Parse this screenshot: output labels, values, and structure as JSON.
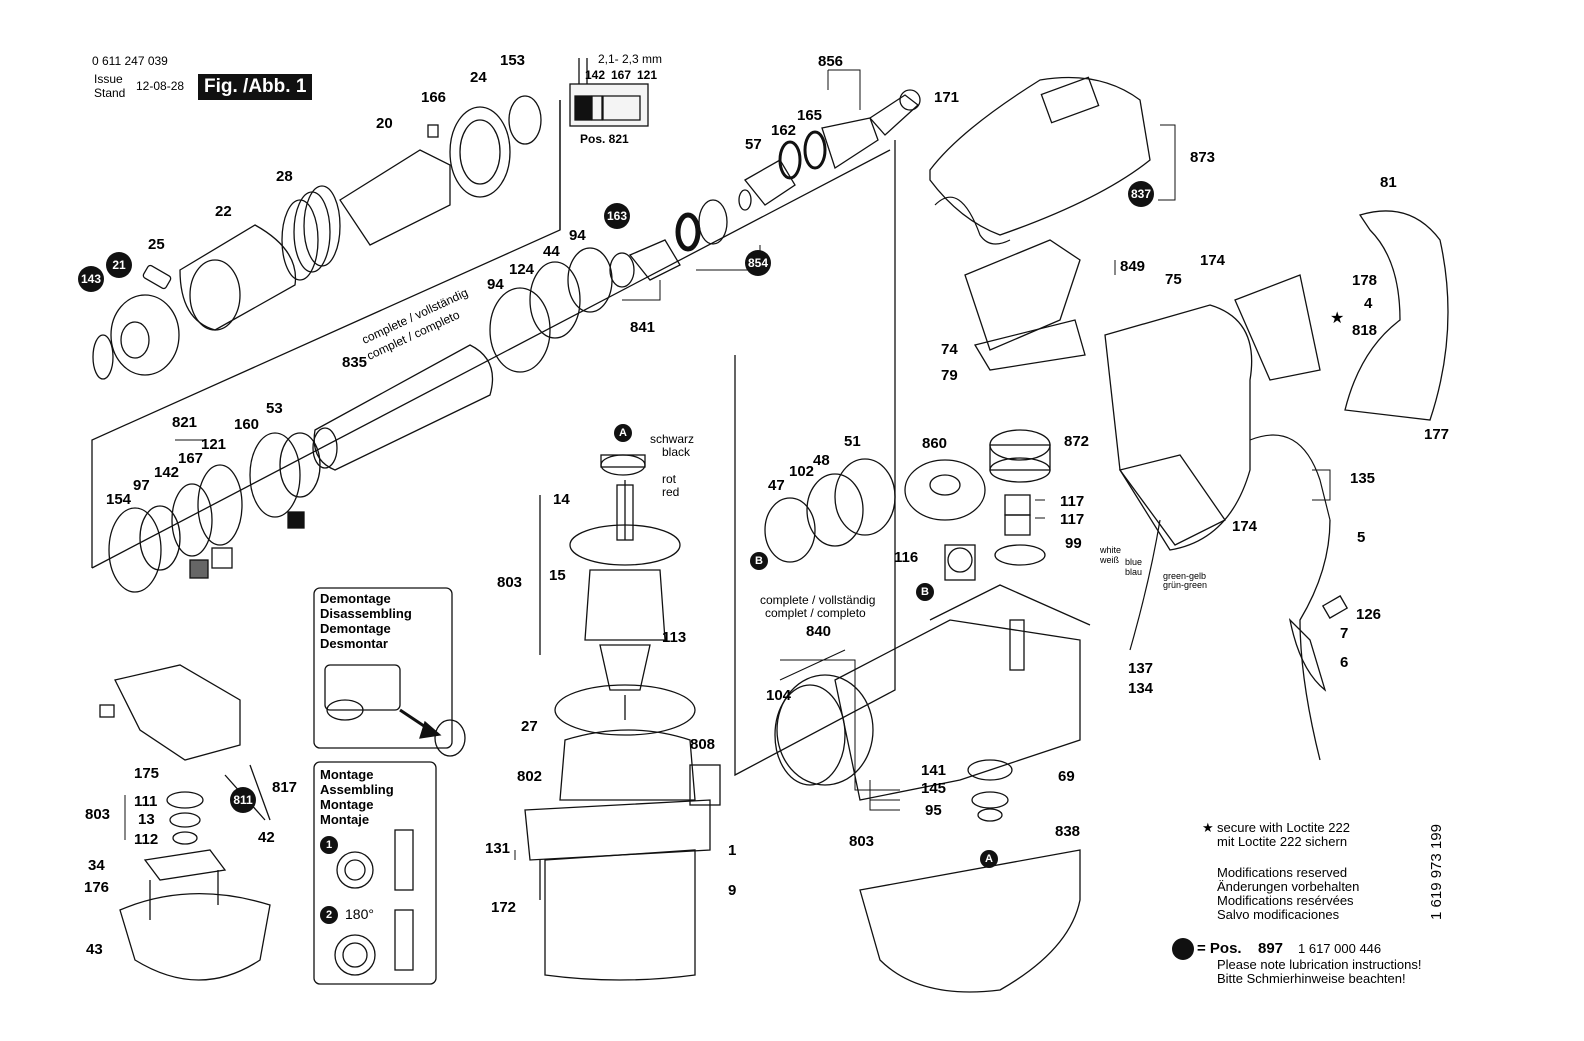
{
  "header": {
    "part_number": "0 611 247 039",
    "issue_label": "Issue",
    "stand_label": "Stand",
    "date": "12-08-28",
    "figure_label": "Fig. /Abb. 1"
  },
  "inset": {
    "dimension": "2,1- 2,3 mm",
    "parts": [
      "142",
      "167",
      "121"
    ],
    "caption": "Pos. 821"
  },
  "labels": [
    "153",
    "24",
    "166",
    "20",
    "28",
    "22",
    "25",
    "21",
    "143",
    "856",
    "165",
    "162",
    "57",
    "163",
    "94",
    "44",
    "124",
    "94",
    "835",
    "841",
    "854",
    "171",
    "873",
    "837",
    "81",
    "849",
    "75",
    "174",
    "178",
    "4",
    "818",
    "74",
    "79",
    "177",
    "821",
    "160",
    "53",
    "121",
    "167",
    "142",
    "97",
    "154",
    "schwarz",
    "black",
    "rot",
    "red",
    "14",
    "15",
    "803",
    "113",
    "27",
    "802",
    "808",
    "131",
    "1",
    "172",
    "9",
    "860",
    "872",
    "51",
    "48",
    "102",
    "47",
    "117",
    "117",
    "99",
    "116",
    "135",
    "174",
    "5",
    "840",
    "104",
    "137",
    "134",
    "7",
    "126",
    "6",
    "141",
    "145",
    "95",
    "803",
    "69",
    "838",
    "175",
    "111",
    "13",
    "803",
    "112",
    "817",
    "42",
    "34",
    "176",
    "43"
  ],
  "complete_texts": {
    "rotor_line1": "complete / vollständig",
    "rotor_line2": "complet / completo",
    "housing_line1": "complete / vollständig",
    "housing_line2": "complet / completo"
  },
  "wires": {
    "white": "white",
    "weiss": "weiß",
    "blue": "blue",
    "blau": "blau",
    "green_yellow": "green-gelb",
    "gruen_green": "grün-green"
  },
  "instructions": {
    "demontage": [
      "Demontage",
      "Disassembling",
      "Demontage",
      "Desmontar"
    ],
    "montage": [
      "Montage",
      "Assembling",
      "Montage",
      "Montaje"
    ],
    "step1": "1",
    "step2": "2",
    "angle": "180°"
  },
  "notes": {
    "loctite_1": "secure with Loctite 222",
    "loctite_2": "mit Loctite 222 sichern",
    "mod_1": "Modifications reserved",
    "mod_2": "Änderungen vorbehalten",
    "mod_3": "Modifications resérvées",
    "mod_4": "Salvo modificaciones",
    "pos_label": "= Pos.",
    "pos_number": "897",
    "pos_code": "1 617 000 446",
    "lube_1": "Please note lubrication instructions!",
    "lube_2": "Bitte Schmierhinweise beachten!",
    "doc_number": "1 619 973 199"
  },
  "markers": {
    "a": "A",
    "b": "B",
    "star": "★"
  }
}
